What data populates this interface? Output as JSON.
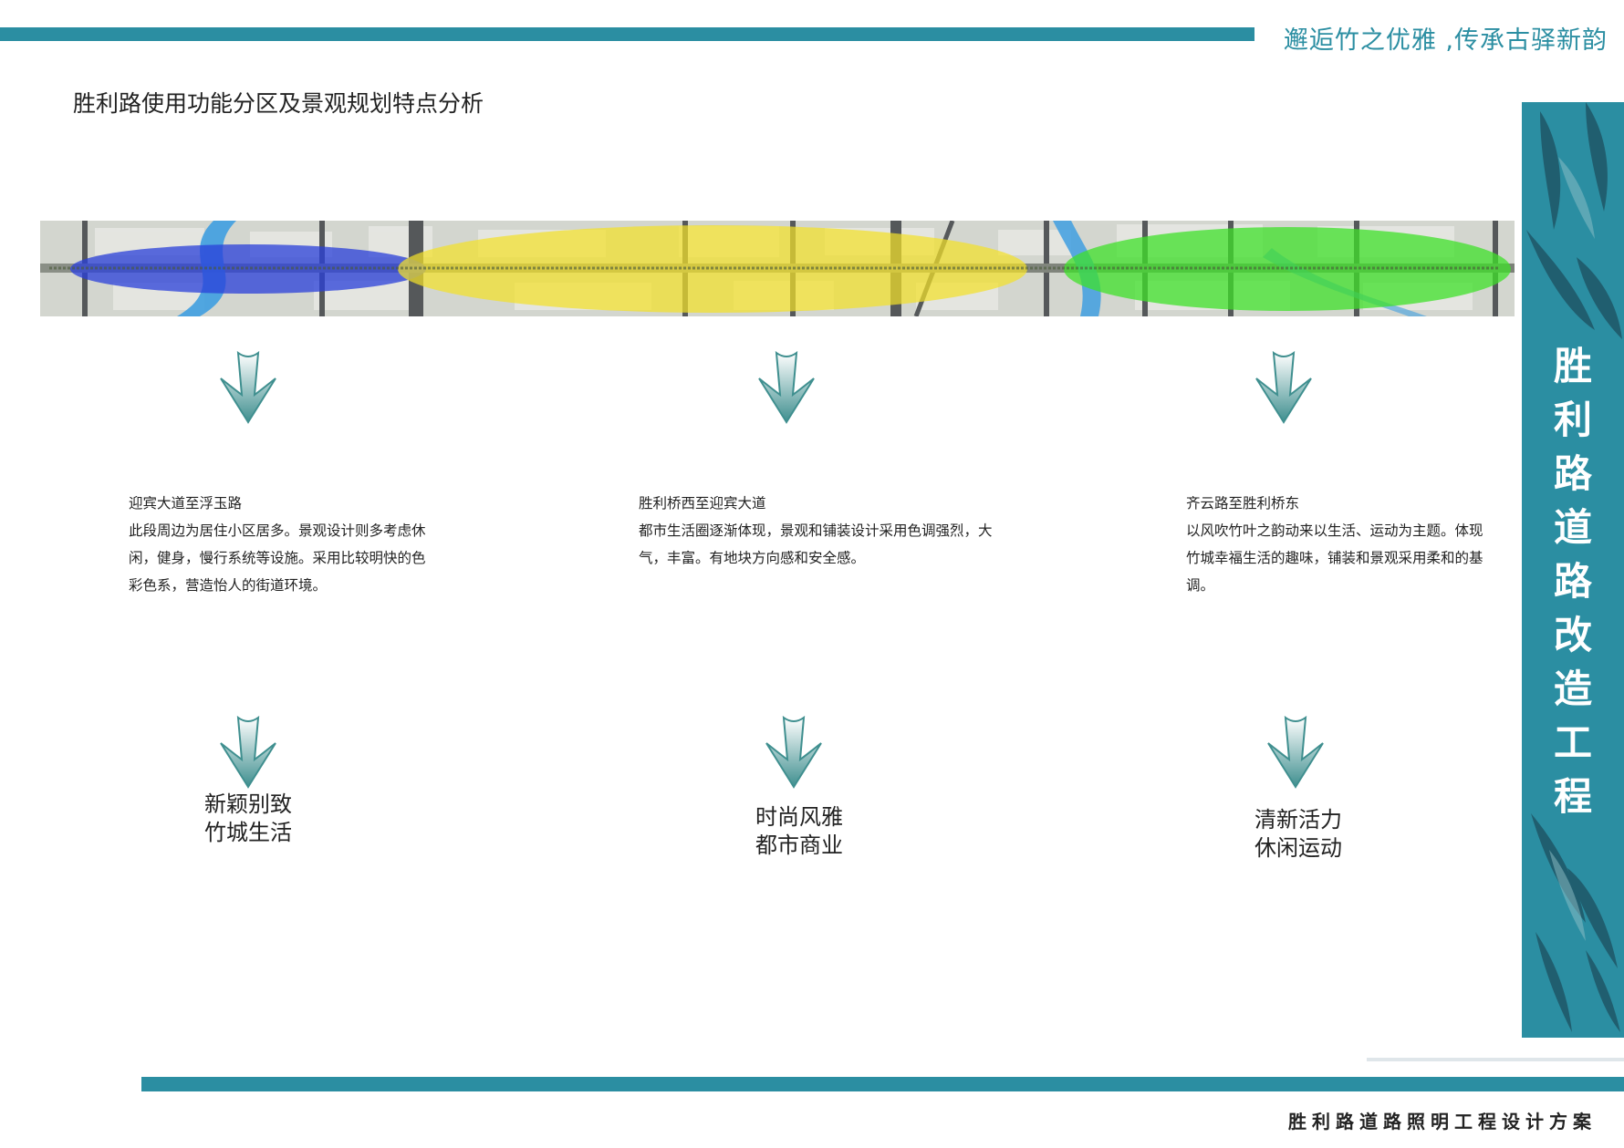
{
  "header": {
    "slogan": "邂逅竹之优雅 ,传承古驿新韵"
  },
  "page_title": "胜利路使用功能分区及景观规划特点分析",
  "zones": [
    {
      "color": "#2a3fd9",
      "title": "迎宾大道至浮玉路",
      "body_lines": [
        "此段周边为居住小区居多。景观设计则多考虑休",
        "闲，健身，慢行系统等设施。采用比较明快的色",
        "彩色系，营造怡人的街道环境。"
      ],
      "theme_lines": [
        "新颖别致",
        "竹城生活"
      ]
    },
    {
      "color": "#f2e02a",
      "title": "胜利桥西至迎宾大道",
      "body_lines": [
        "都市生活圈逐渐体现，景观和铺装设计采用色调强烈，大",
        "气，丰富。有地块方向感和安全感。"
      ],
      "theme_lines": [
        "时尚风雅",
        "都市商业"
      ]
    },
    {
      "color": "#3fe02a",
      "title": "齐云路至胜利桥东",
      "body_lines": [
        "以风吹竹叶之韵动来以生活、运动为主题。体现",
        "竹城幸福生活的趣味，铺装和景观采用柔和的基",
        "调。"
      ],
      "theme_lines": [
        "清新活力",
        "休闲运动"
      ]
    }
  ],
  "side_banner": {
    "chars": [
      "胜",
      "利",
      "路",
      "道",
      "路",
      "改",
      "造",
      "工",
      "程"
    ]
  },
  "footer": {
    "text": "胜利路道路照明工程设计方案"
  },
  "colors": {
    "accent": "#2b8ea2",
    "arrow": "#3f8f8f"
  }
}
